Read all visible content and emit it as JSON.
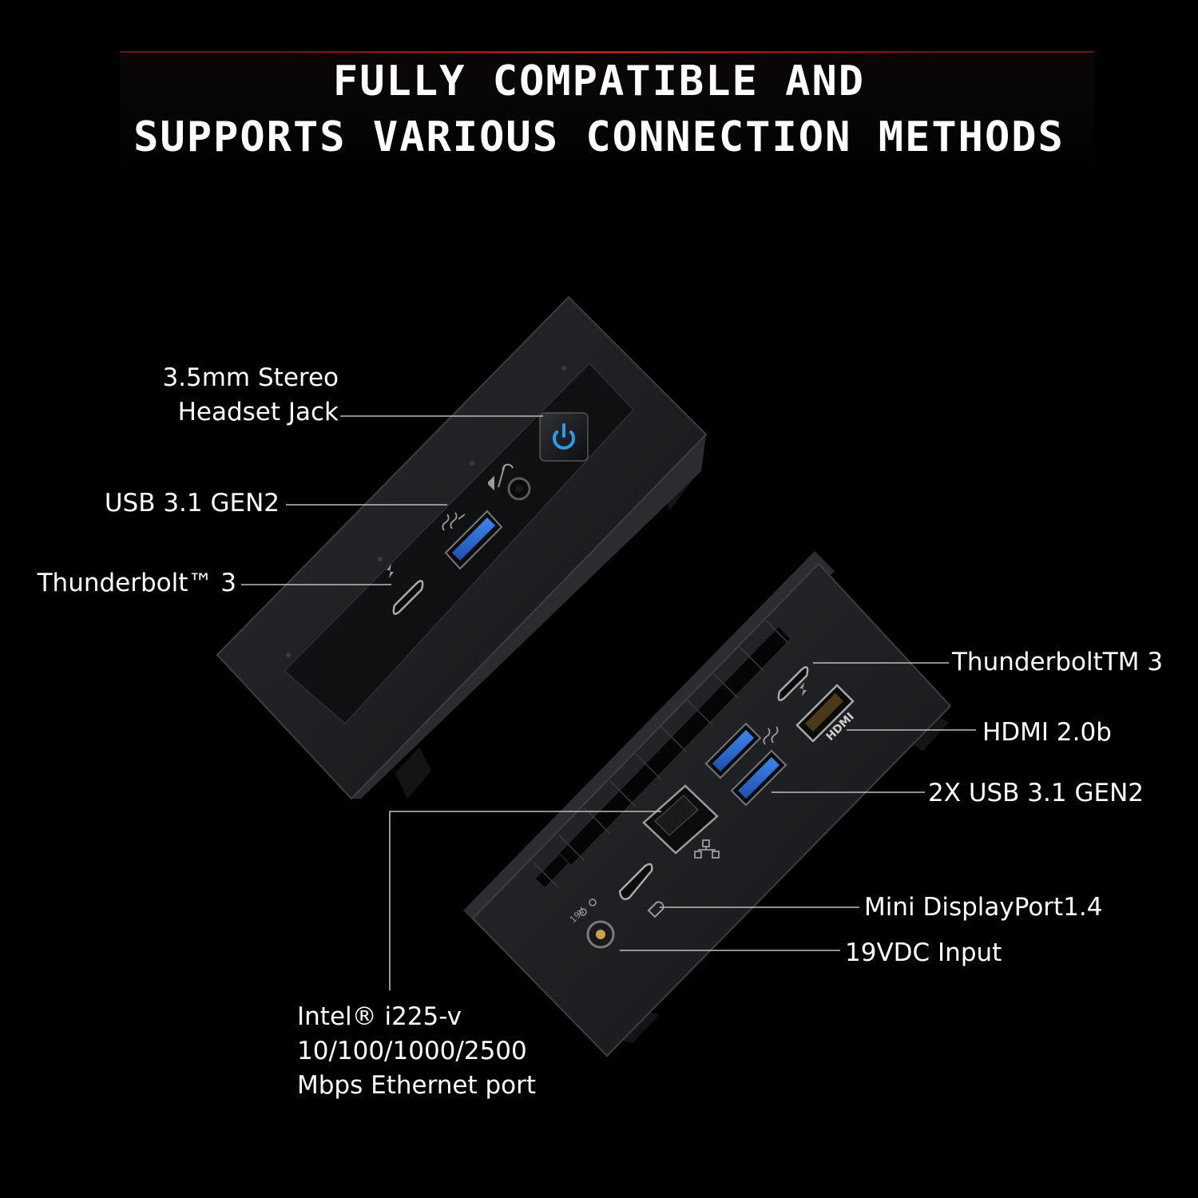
{
  "headline": {
    "line1": "FULLY COMPATIBLE AND",
    "line2": "SUPPORTS VARIOUS CONNECTION METHODS"
  },
  "front_labels": {
    "headset_line1": "3.5mm Stereo",
    "headset_line2": "Headset Jack",
    "usb": "USB 3.1 GEN2",
    "thunderbolt": "Thunderbolt™ 3"
  },
  "rear_labels": {
    "thunderbolt": "ThunderboltTM 3",
    "hdmi": "HDMI 2.0b",
    "usb": "2X USB 3.1 GEN2",
    "minidp": "Mini DisplayPort1.4",
    "dc": "19VDC Input",
    "ethernet_line1": "Intel® i225-v",
    "ethernet_line2": "10/100/1000/2500",
    "ethernet_line3": "Mbps Ethernet port"
  },
  "port_markings": {
    "hdmi_logo": "HDMI",
    "dc_voltage": "19V"
  },
  "colors": {
    "background": "#000000",
    "chassis": "#1c1d1f",
    "power_button_glow": "#2b9ce8",
    "usb_blue": "#2a6fd6",
    "accent_red": "#b11d1d"
  },
  "icons": [
    "power-icon",
    "headset-icon",
    "thunderbolt-icon",
    "usb-ss-icon",
    "network-icon",
    "displayport-icon",
    "dc-polarity-icon"
  ]
}
